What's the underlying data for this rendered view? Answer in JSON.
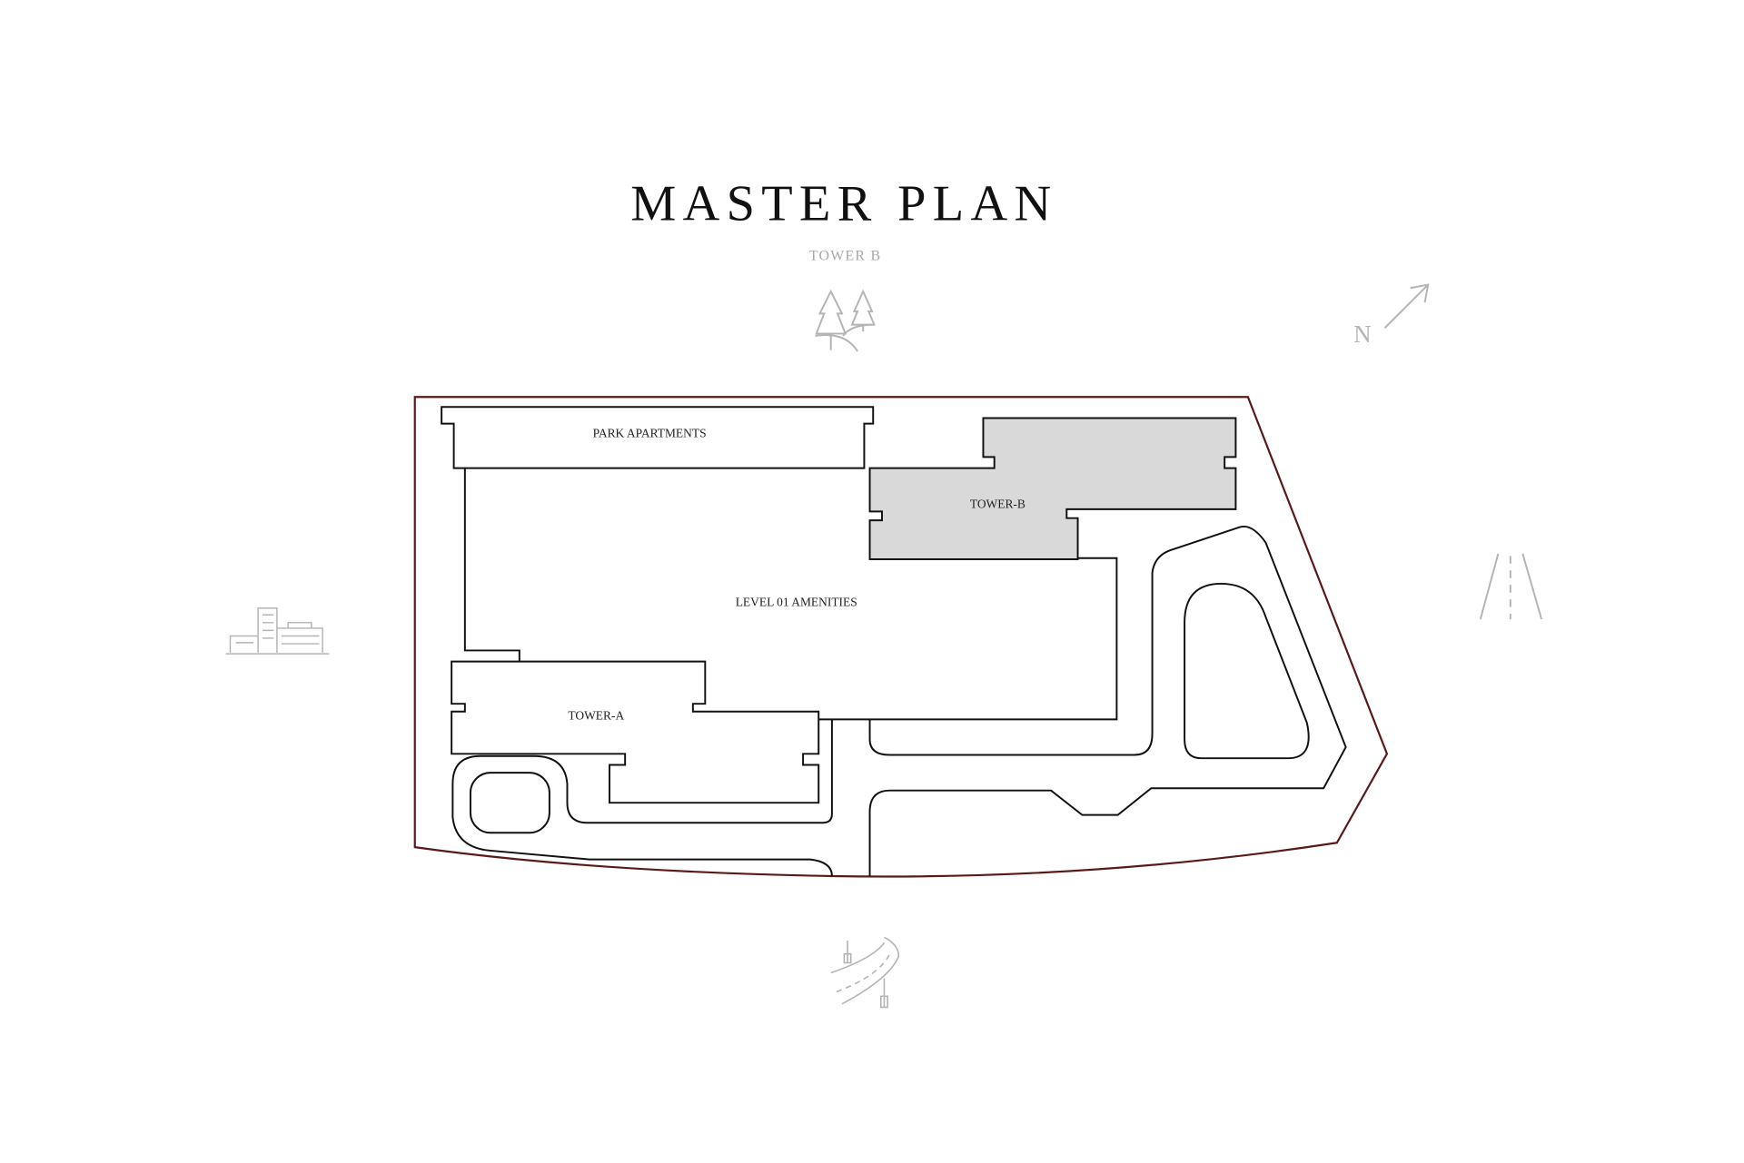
{
  "header": {
    "title": "MASTER PLAN",
    "subtitle": "TOWER B"
  },
  "plan": {
    "labels": {
      "park_apartments": "PARK APARTMENTS",
      "tower_b": "TOWER-B",
      "amenities": "LEVEL 01 AMENITIES",
      "tower_a": "TOWER-A"
    },
    "north_label": "N",
    "colors": {
      "boundary": "#5a1a1a",
      "highlight": "#d9d9d9",
      "icon": "#b4b4b4"
    }
  },
  "icons": [
    "trees-icon",
    "north-arrow-icon",
    "highway-icon",
    "city-buildings-icon",
    "winding-road-icon"
  ]
}
